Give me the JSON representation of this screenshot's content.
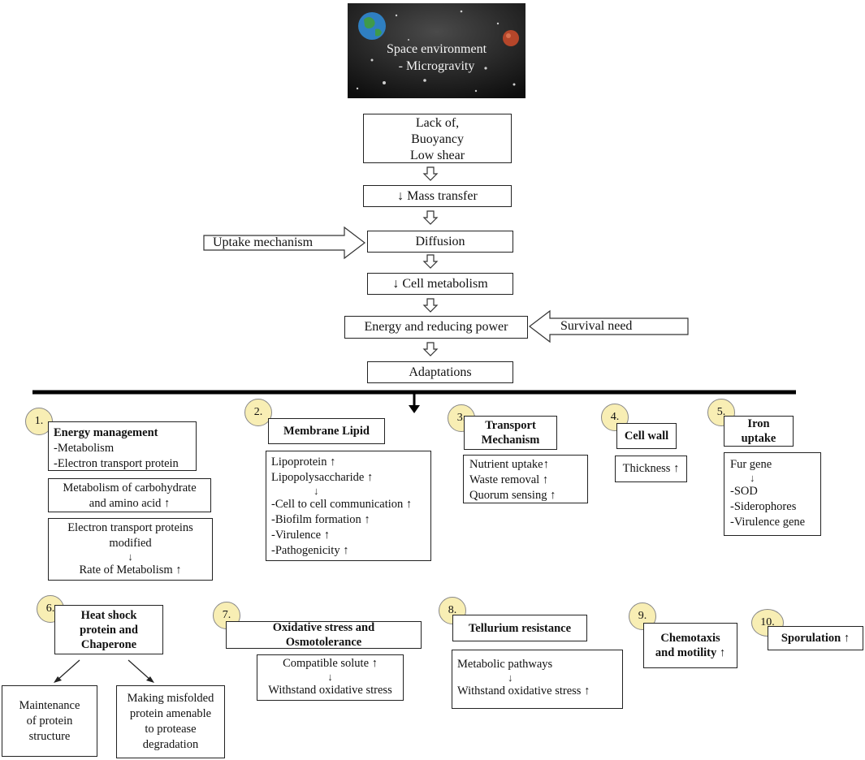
{
  "header": {
    "space_image": {
      "line1": "Space environment",
      "line2": "- Microgravity"
    }
  },
  "flow": {
    "lack_of": [
      "Lack of,",
      "Buoyancy",
      "Low shear"
    ],
    "mass_transfer": "↓ Mass transfer",
    "diffusion": "Diffusion",
    "cell_metabolism": "↓ Cell metabolism",
    "energy": "Energy and reducing power",
    "adaptations": "Adaptations",
    "uptake_mechanism": "Uptake mechanism",
    "survival_need": "Survival need"
  },
  "adaptations": [
    {
      "number": "1.",
      "title": "Energy management",
      "title_details": [
        "-Metabolism",
        "-Electron transport protein"
      ],
      "box2": [
        "Metabolism of carbohydrate",
        "and amino acid ↑"
      ],
      "box3": [
        "Electron transport proteins",
        "modified",
        "↓",
        "Rate of Metabolism ↑"
      ]
    },
    {
      "number": "2.",
      "title": "Membrane Lipid",
      "content": [
        "Lipoprotein ↑",
        "Lipopolysaccharide ↑",
        "↓",
        "-Cell to cell communication ↑",
        "-Biofilm formation ↑",
        "-Virulence ↑",
        "-Pathogenicity ↑"
      ]
    },
    {
      "number": "3.",
      "title": [
        "Transport",
        "Mechanism"
      ],
      "content": [
        "Nutrient uptake↑",
        "Waste removal ↑",
        "Quorum sensing ↑"
      ]
    },
    {
      "number": "4.",
      "title": "Cell wall",
      "content": [
        "Thickness ↑"
      ]
    },
    {
      "number": "5.",
      "title": [
        "Iron",
        "uptake"
      ],
      "content": [
        "Fur gene",
        "↓",
        "-SOD",
        "-Siderophores",
        "-Virulence gene"
      ]
    },
    {
      "number": "6.",
      "title": [
        "Heat shock",
        "protein and",
        "Chaperone"
      ],
      "branch_left": [
        "Maintenance",
        "of protein",
        "structure"
      ],
      "branch_right": [
        "Making misfolded",
        "protein amenable",
        "to protease",
        "degradation"
      ]
    },
    {
      "number": "7.",
      "title": [
        "Oxidative stress and",
        "Osmotolerance"
      ],
      "content": [
        "Compatible solute ↑",
        "↓",
        "Withstand oxidative stress"
      ]
    },
    {
      "number": "8.",
      "title": "Tellurium resistance",
      "content": [
        "Metabolic pathways",
        "↓",
        "Withstand oxidative stress  ↑"
      ]
    },
    {
      "number": "9.",
      "title": [
        "Chemotaxis",
        "and motility ↑"
      ]
    },
    {
      "number": "10.",
      "title": "Sporulation ↑"
    }
  ]
}
